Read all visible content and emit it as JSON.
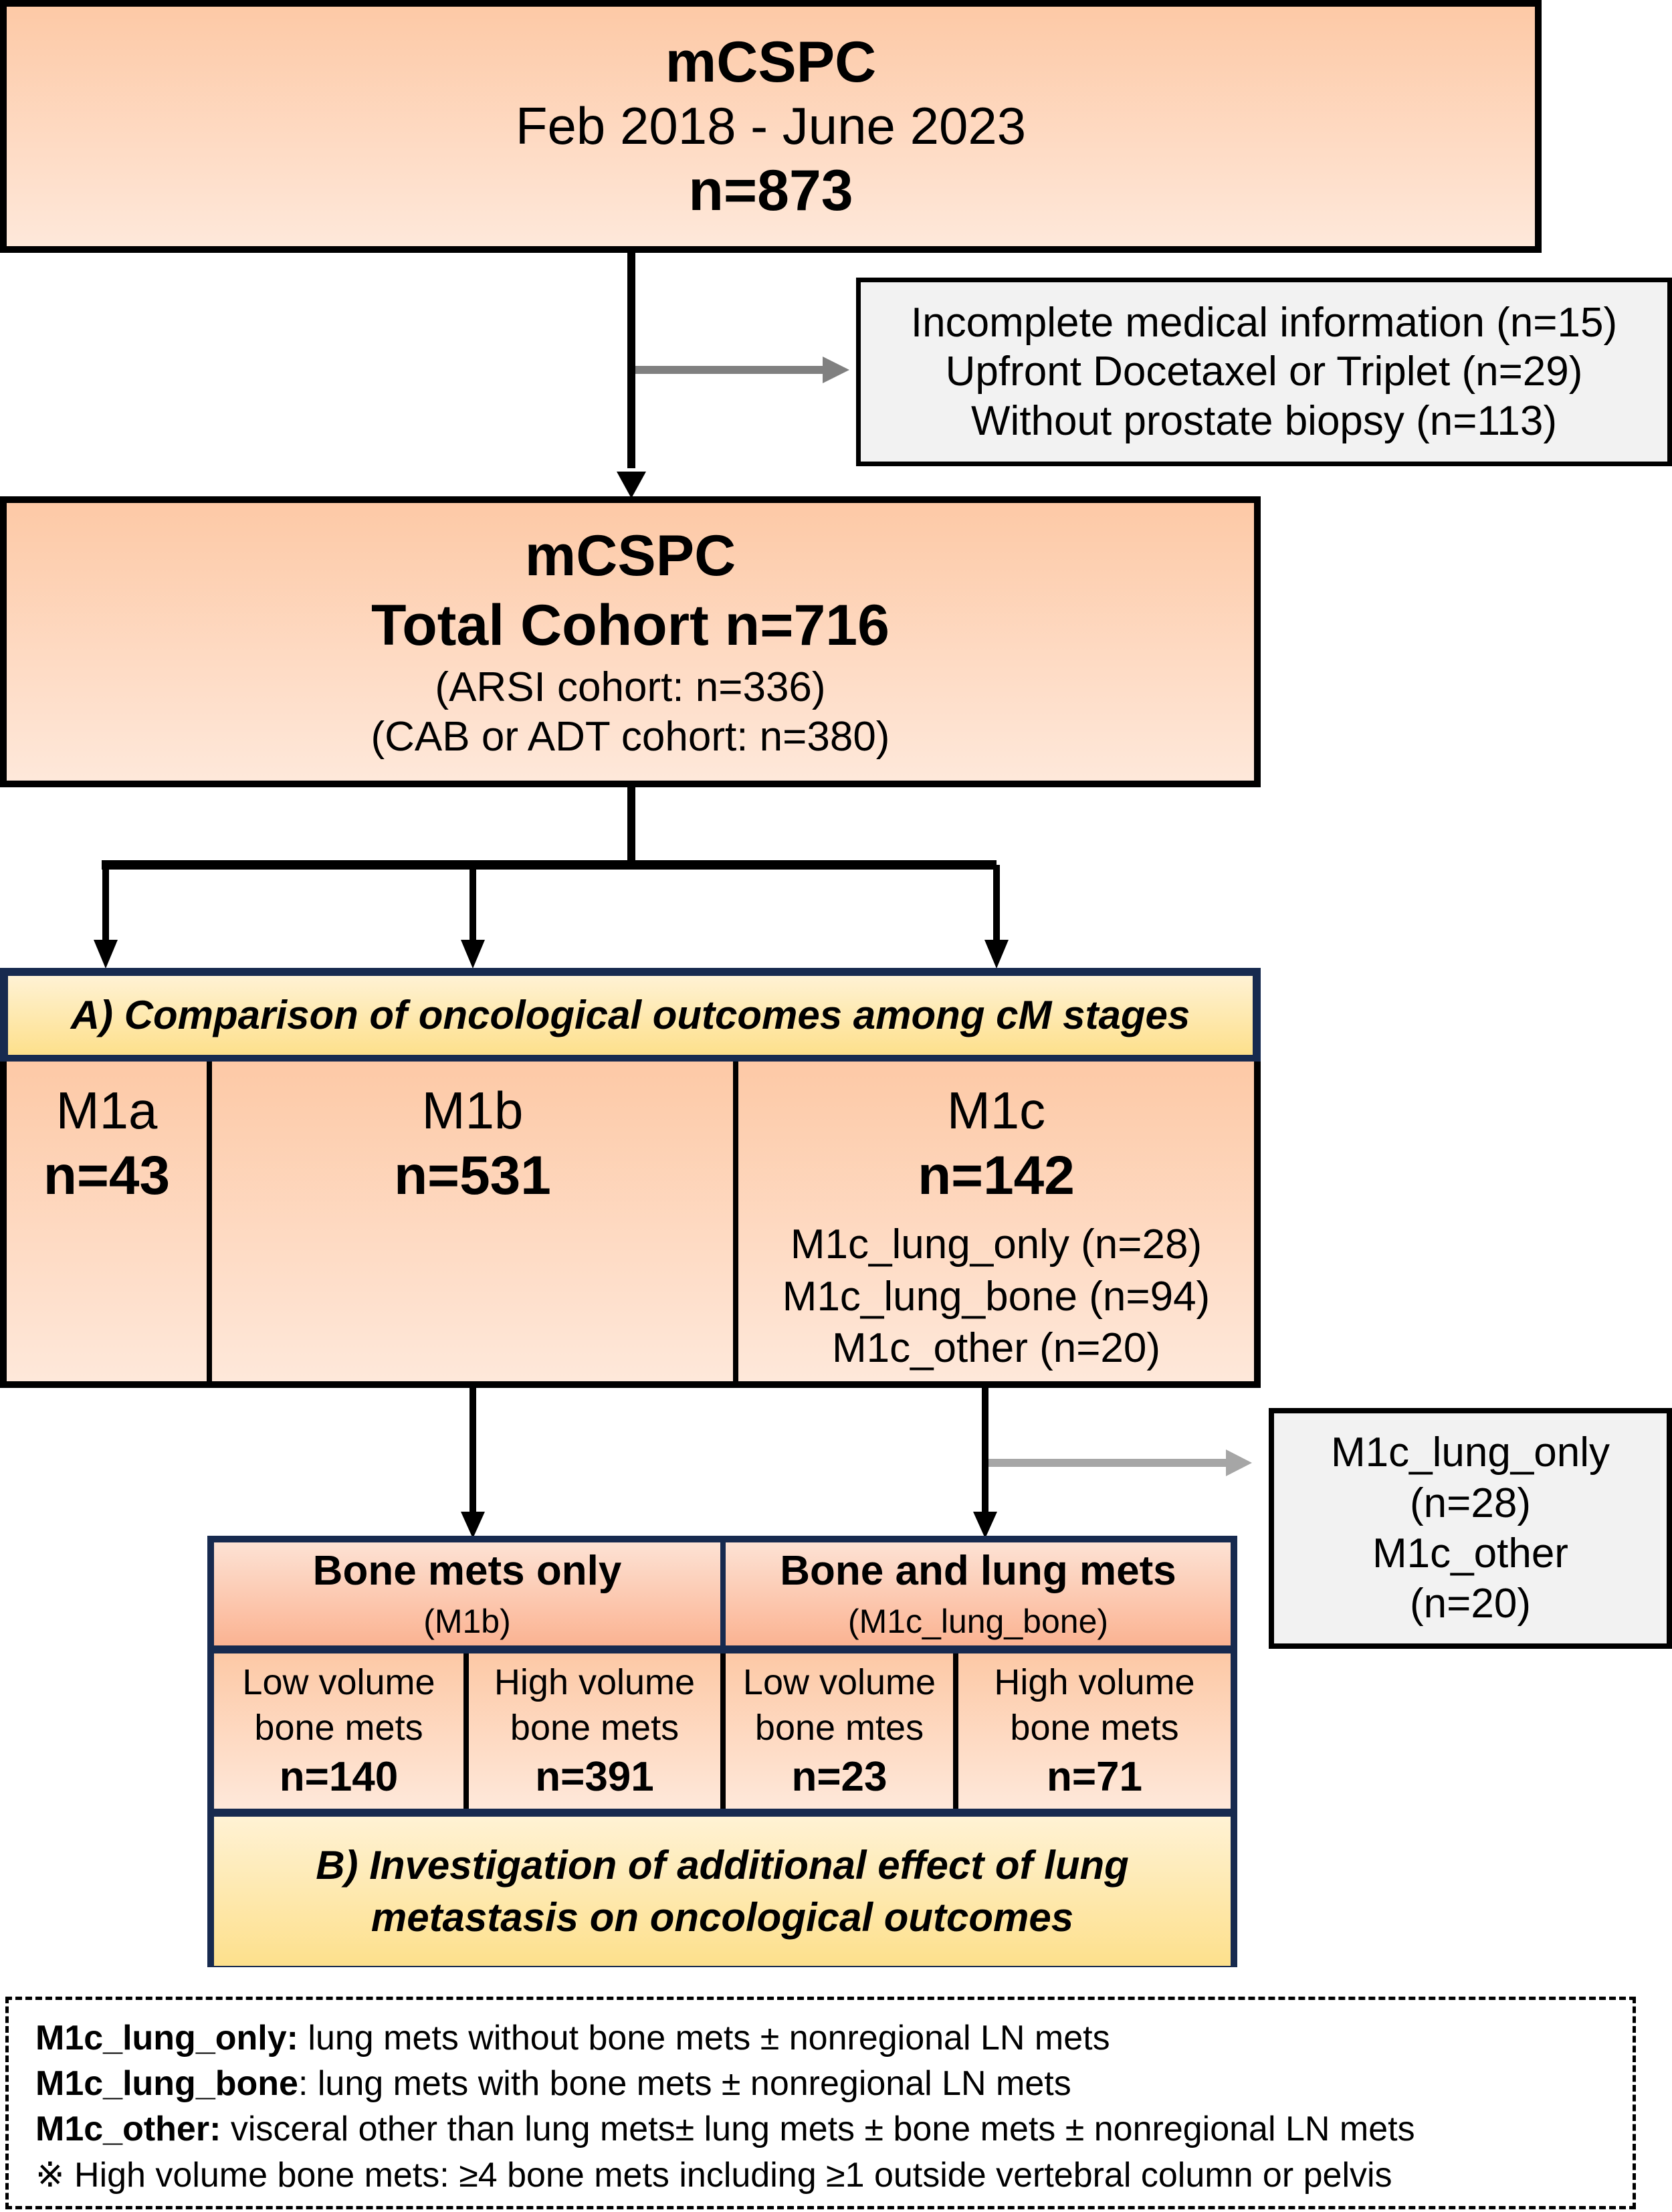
{
  "initial_box": {
    "title": "mCSPC",
    "period": "Feb 2018 - June 2023",
    "count": "n=873"
  },
  "exclusion_box": {
    "lines": [
      "Incomplete medical information (n=15)",
      "Upfront Docetaxel or Triplet (n=29)",
      "Without prostate biopsy (n=113)"
    ]
  },
  "total_box": {
    "title": "mCSPC",
    "count": "Total Cohort n=716",
    "sub_lines": [
      "(ARSI cohort: n=336)",
      "(CAB or ADT cohort: n=380)"
    ]
  },
  "analysis_a": {
    "header": "A) Comparison of oncological outcomes among cM stages",
    "stages": [
      {
        "label": "M1a",
        "count": "n=43",
        "details": []
      },
      {
        "label": "M1b",
        "count": "n=531",
        "details": []
      },
      {
        "label": "M1c",
        "count": "n=142",
        "details": [
          "M1c_lung_only (n=28)",
          "M1c_lung_bone (n=94)",
          "M1c_other (n=20)"
        ]
      }
    ]
  },
  "excluded_m1c_box": {
    "lines": [
      "M1c_lung_only",
      "(n=28)",
      "M1c_other",
      "(n=20)"
    ]
  },
  "analysis_b": {
    "groups": [
      {
        "title": "Bone mets only",
        "subtitle": "(M1b)"
      },
      {
        "title": "Bone and lung mets",
        "subtitle": "(M1c_lung_bone)"
      }
    ],
    "cells": [
      {
        "line1": "Low volume",
        "line2": "bone mets",
        "count": "n=140"
      },
      {
        "line1": "High volume",
        "line2": "bone mets",
        "count": "n=391"
      },
      {
        "line1": "Low volume",
        "line2": "bone mtes",
        "count": "n=23"
      },
      {
        "line1": "High volume",
        "line2": "bone mets",
        "count": "n=71"
      }
    ],
    "footer_lines": [
      "B) Investigation of additional effect of lung",
      "metastasis on oncological outcomes"
    ]
  },
  "legend": {
    "items": [
      {
        "term": "M1c_lung_only:",
        "text": " lung mets without bone mets ± nonregional LN mets"
      },
      {
        "term": "M1c_lung_bone",
        "text": ": lung mets with bone mets ± nonregional LN mets"
      },
      {
        "term": "M1c_other:",
        "text": " visceral other than lung mets± lung mets ± bone mets ± nonregional LN mets"
      }
    ],
    "note": "※ High volume bone mets: ≥4 bone mets including ≥1 outside vertebral column or pelvis"
  },
  "colors": {
    "box_border": "#000000",
    "analysis_border": "#172a4f",
    "exclusion_arrow": "#808080",
    "excluded_m1c_arrow": "#a6a6a6",
    "peach_top": "#fdc9a6",
    "peach_bottom": "#fee8da",
    "gold_top": "#fff2d4",
    "gold_bottom": "#fde08c",
    "grey_fill": "#f2f2f2"
  }
}
